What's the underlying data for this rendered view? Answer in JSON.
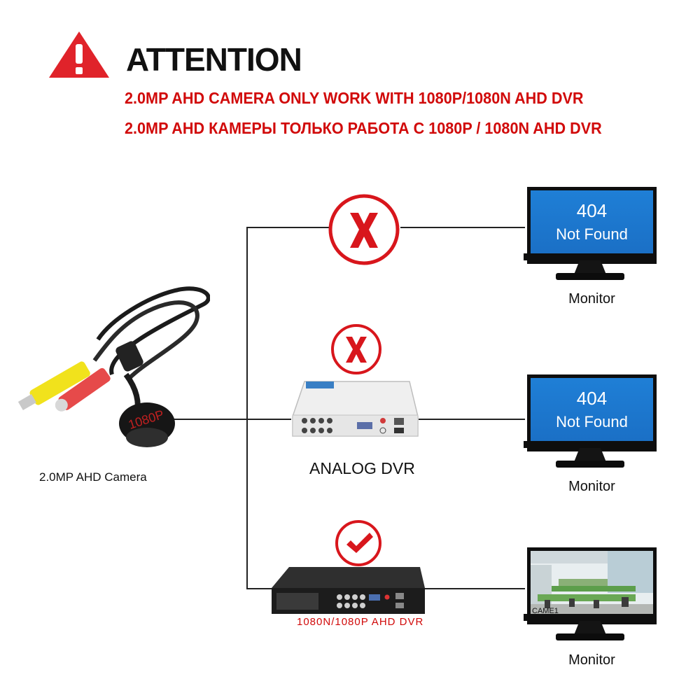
{
  "header": {
    "title": "ATTENTION",
    "line_en": "2.0MP AHD CAMERA ONLY WORK WITH 1080P/1080N AHD DVR",
    "line_ru": "2.0MP AHD КАМЕРЫ ТОЛЬКО РАБОТА С 1080P / 1080N AHD DVR"
  },
  "camera": {
    "label": "2.0MP AHD Camera",
    "lens_text": "1080P"
  },
  "dvrs": {
    "analog_label": "ANALOG DVR",
    "ahd_label": "1080N/1080P AHD DVR"
  },
  "monitors": [
    {
      "label": "Monitor",
      "screen_code": "404",
      "screen_text": "Not Found",
      "status": "incompatible"
    },
    {
      "label": "Monitor",
      "screen_code": "404",
      "screen_text": "Not Found",
      "status": "incompatible"
    },
    {
      "label": "Monitor",
      "screen_overlay": "CAME1",
      "status": "compatible"
    }
  ],
  "colors": {
    "warning_red": "#d10a0a",
    "screen_blue": "#1a6ec4"
  },
  "icons": [
    "warning-triangle-icon",
    "cross-mark-icon",
    "check-mark-icon"
  ]
}
